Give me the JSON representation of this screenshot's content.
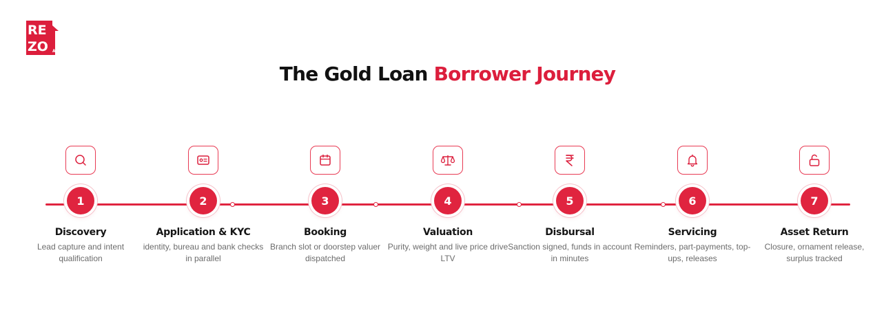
{
  "logo": {
    "text_line1": "RE",
    "text_line2": "ZO",
    "suffix": "AI",
    "color": "#dc1e3c"
  },
  "title": {
    "part1": "The Gold Loan ",
    "part2": "Borrower Journey"
  },
  "colors": {
    "accent": "#dc1e3c",
    "text": "#151515",
    "muted": "#6b6b6b"
  },
  "steps": [
    {
      "number": "1",
      "name": "Discovery",
      "icon": "search-icon",
      "description": "Lead capture and intent qualification"
    },
    {
      "number": "2",
      "name": "Application & KYC",
      "icon": "id-card-icon",
      "description": "identity, bureau and bank checks in parallel"
    },
    {
      "number": "3",
      "name": "Booking",
      "icon": "calendar-icon",
      "description": "Branch slot or doorstep valuer dispatched"
    },
    {
      "number": "4",
      "name": "Valuation",
      "icon": "scale-icon",
      "description": "Purity, weight and live price drive LTV"
    },
    {
      "number": "5",
      "name": "Disbursal",
      "icon": "rupee-icon",
      "description": "Sanction signed, funds in account in minutes"
    },
    {
      "number": "6",
      "name": "Servicing",
      "icon": "bell-icon",
      "description": "Reminders, part-payments, top-ups, releases"
    },
    {
      "number": "7",
      "name": "Asset Return",
      "icon": "unlock-icon",
      "description": "Closure, ornament release, surplus tracked"
    }
  ]
}
